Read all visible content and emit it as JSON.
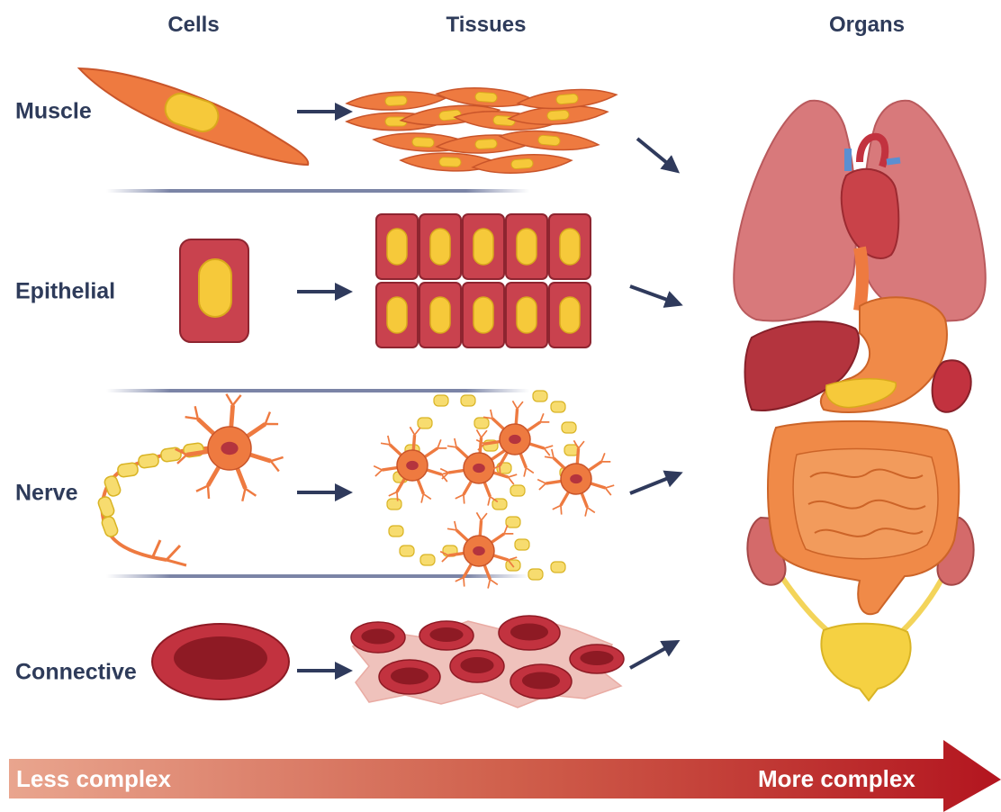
{
  "columns": {
    "cells": "Cells",
    "tissues": "Tissues",
    "organs": "Organs"
  },
  "rows": {
    "muscle": "Muscle",
    "epithelial": "Epithelial",
    "nerve": "Nerve",
    "connective": "Connective"
  },
  "complexity": {
    "less": "Less complex",
    "more": "More complex"
  },
  "colors": {
    "text": "#2e3b5a",
    "arrow": "#2f3a5c",
    "muscle": "#ee7a40",
    "nucleus": "#f6c93a",
    "epithelial": "#c9424e",
    "nerve": "#ee7a40",
    "myelin": "#f7dc6f",
    "blood": "#b8232f",
    "gradient_start": "#e9a58e",
    "gradient_end": "#b3151f"
  }
}
